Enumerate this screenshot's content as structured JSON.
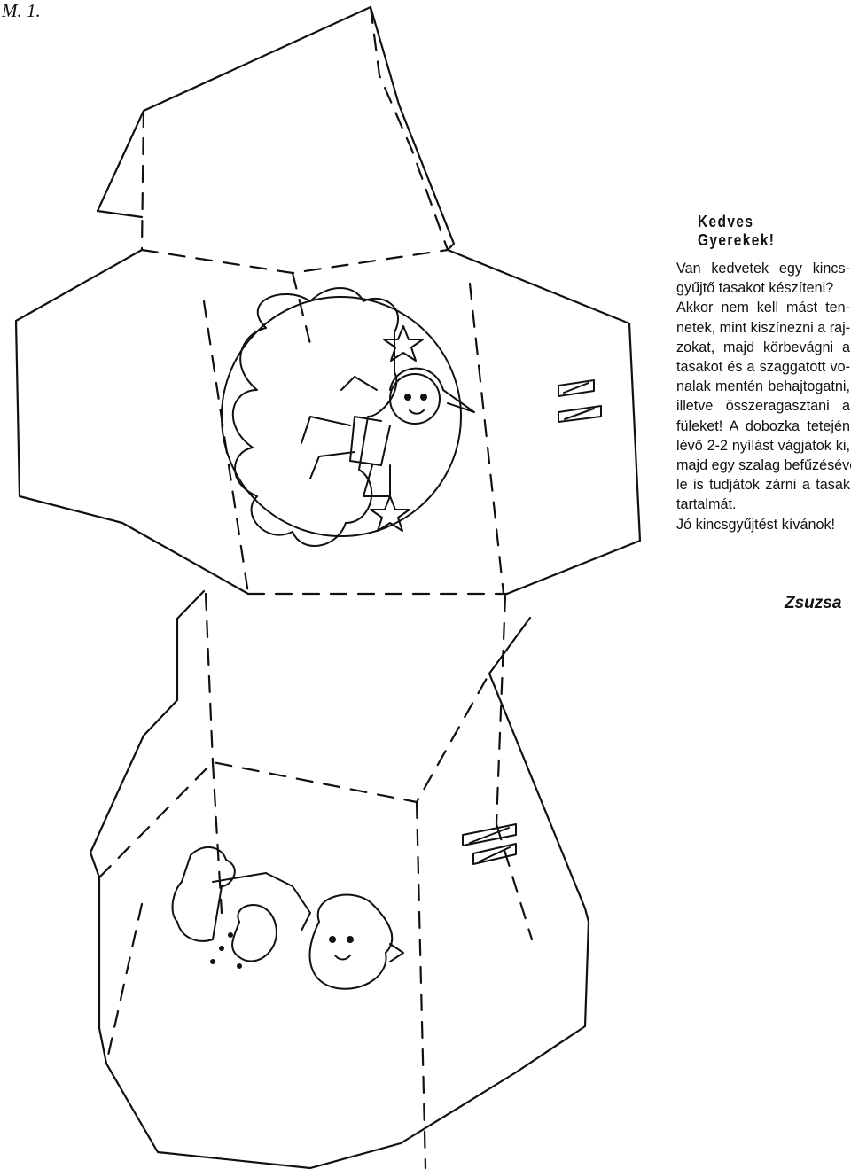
{
  "page_number": "M. 1.",
  "greeting": "Kedves Gyerekek!",
  "instruction_lines": [
    "Van kedvetek egy kincs-",
    "gyűjtő tasakot készíteni?",
    "Akkor nem kell mást ten-",
    "netek, mint kiszínezni a raj-",
    "zokat, majd körbevágni a",
    "tasakot és a szaggatott vo-",
    "nalak mentén behajtogatni,",
    "illetve összeragasztani a",
    "füleket! A dobozka tetején",
    "lévő 2-2 nyílást vágjátok ki,",
    "majd egy szalag befűzésével",
    "le is tudjátok zárni a tasak",
    "tartalmát."
  ],
  "closing": "Jó kincsgyűjtést kívánok!",
  "signature": "Zsuzsa"
}
